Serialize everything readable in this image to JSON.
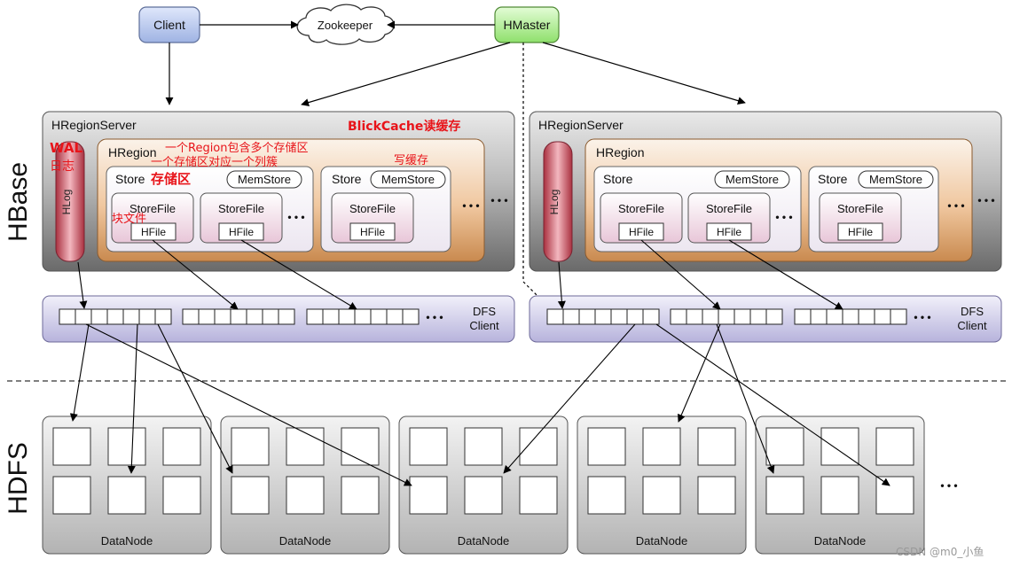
{
  "nodes": {
    "client": "Client",
    "zookeeper": "Zookeeper",
    "hmaster": "HMaster"
  },
  "sections": {
    "hbase": "HBase",
    "hdfs": "HDFS"
  },
  "server_left": {
    "title": "HRegionServer",
    "hlog": "HLog",
    "region": "HRegion",
    "store1": {
      "label": "Store",
      "memstore": "MemStore",
      "storefile1": "StoreFile",
      "hfile1": "HFile",
      "storefile2": "StoreFile",
      "hfile2": "HFile"
    },
    "store2": {
      "label": "Store",
      "memstore": "MemStore",
      "storefile1": "StoreFile",
      "hfile1": "HFile"
    }
  },
  "server_right": {
    "title": "HRegionServer",
    "hlog": "HLog",
    "region": "HRegion",
    "store1": {
      "label": "Store",
      "memstore": "MemStore",
      "storefile1": "StoreFile",
      "hfile1": "HFile",
      "storefile2": "StoreFile",
      "hfile2": "HFile"
    },
    "store2": {
      "label": "Store",
      "memstore": "MemStore",
      "storefile1": "StoreFile",
      "hfile1": "HFile"
    }
  },
  "dfs_client": {
    "line1": "DFS",
    "line2": "Client"
  },
  "datanode_label": "DataNode",
  "ellipsis": "• • •",
  "annotations": {
    "wal": "WAL",
    "log": "日志",
    "blockcache": "BlickCache读缓存",
    "region_note1": "一个Region包含多个存储区",
    "region_note2": "一个存储区对应一个列簇",
    "store_note": "存储区",
    "write_cache": "写缓存",
    "block_file": "块文件"
  },
  "watermark": "CSDN @m0_小鱼",
  "colors": {
    "annotation": "#e8141a",
    "client_fill": "#b7c7ec",
    "hmaster_fill": "#b3f09a",
    "hlog_fill": "#c44a5a",
    "region_fill": "#e9b488",
    "dfs_fill": "#c8c5e6",
    "server_fill": "#8a8a8a"
  }
}
